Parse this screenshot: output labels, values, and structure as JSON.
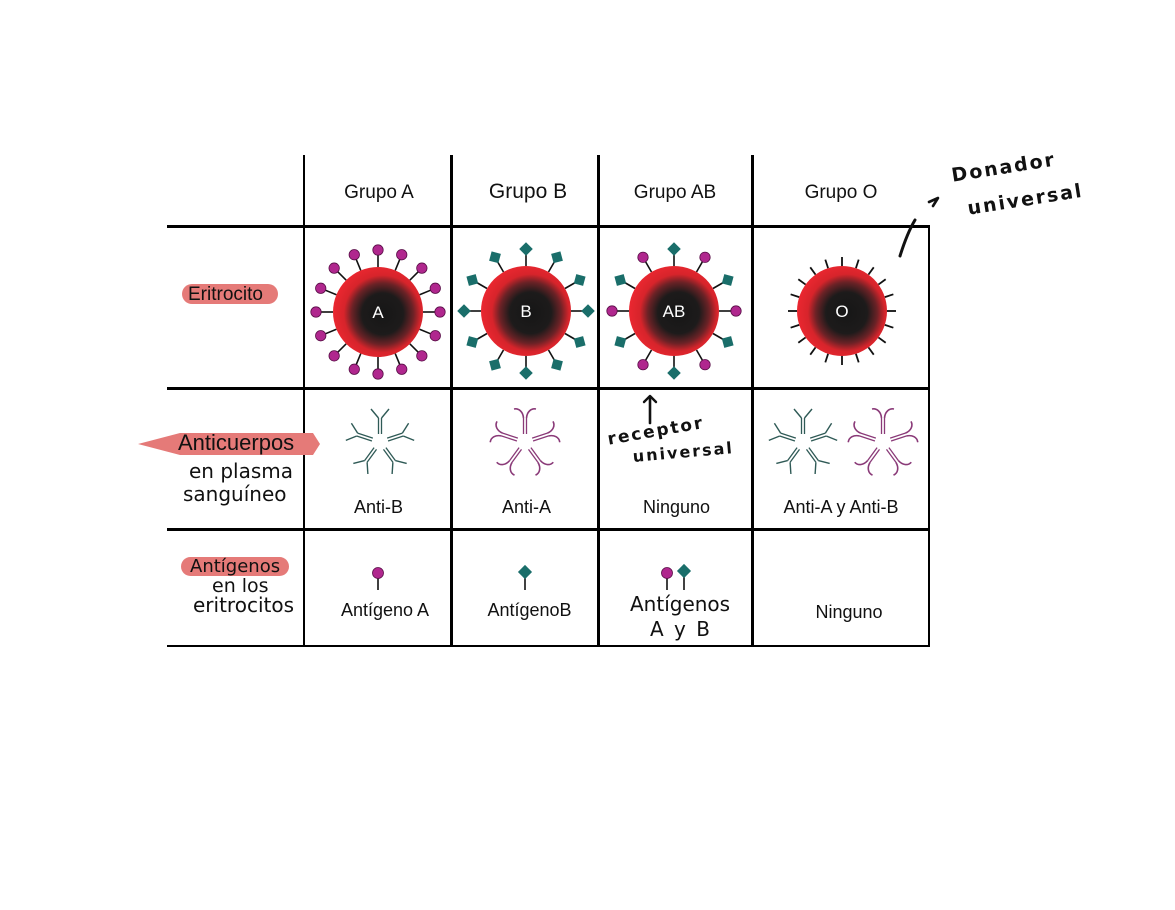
{
  "table": {
    "columns": [
      {
        "label": "Grupo A"
      },
      {
        "label": "Grupo B"
      },
      {
        "label": "Grupo AB"
      },
      {
        "label": "Grupo O"
      }
    ],
    "rows": {
      "eritrocito": {
        "label": "Eritrocito",
        "cells": [
          {
            "cell_letter": "A",
            "antigen_type": "circle"
          },
          {
            "cell_letter": "B",
            "antigen_type": "diamond"
          },
          {
            "cell_letter": "AB",
            "antigen_type": "mixed"
          },
          {
            "cell_letter": "O",
            "antigen_type": "none"
          }
        ]
      },
      "anticuerpos": {
        "label_line1": "Anticuerpos",
        "label_line2": "en plasma",
        "label_line3": "sanguíneo",
        "cells": [
          {
            "value": "Anti-B",
            "antibody": "anti-b"
          },
          {
            "value": "Anti-A",
            "antibody": "anti-a"
          },
          {
            "value": "Ninguno",
            "antibody": "none"
          },
          {
            "value": "Anti-A y Anti-B",
            "antibody": "both"
          }
        ]
      },
      "antigenos": {
        "label_line1": "Antígenos",
        "label_line2": "en los",
        "label_line3": "eritrocitos",
        "cells": [
          {
            "value": "Antígeno A"
          },
          {
            "value": "AntígenoB"
          },
          {
            "value_line1": "Antígenos",
            "value_line2": "A y B"
          },
          {
            "value": "Ninguno"
          }
        ]
      }
    }
  },
  "annotations": {
    "donador": {
      "line1": "Donador",
      "line2": "universal",
      "arrow": "→"
    },
    "receptor": {
      "line1": "receptor",
      "line2": "universal",
      "arrow": "↑"
    }
  },
  "colors": {
    "antigen_a": "#b0278e",
    "antigen_b": "#1a6e6a",
    "cell_red": "#e8232b",
    "cell_dark": "#1a1a1a",
    "highlight": "#e57a78",
    "antibody_b": "#2f5a56",
    "antibody_a": "#8a3a78"
  }
}
